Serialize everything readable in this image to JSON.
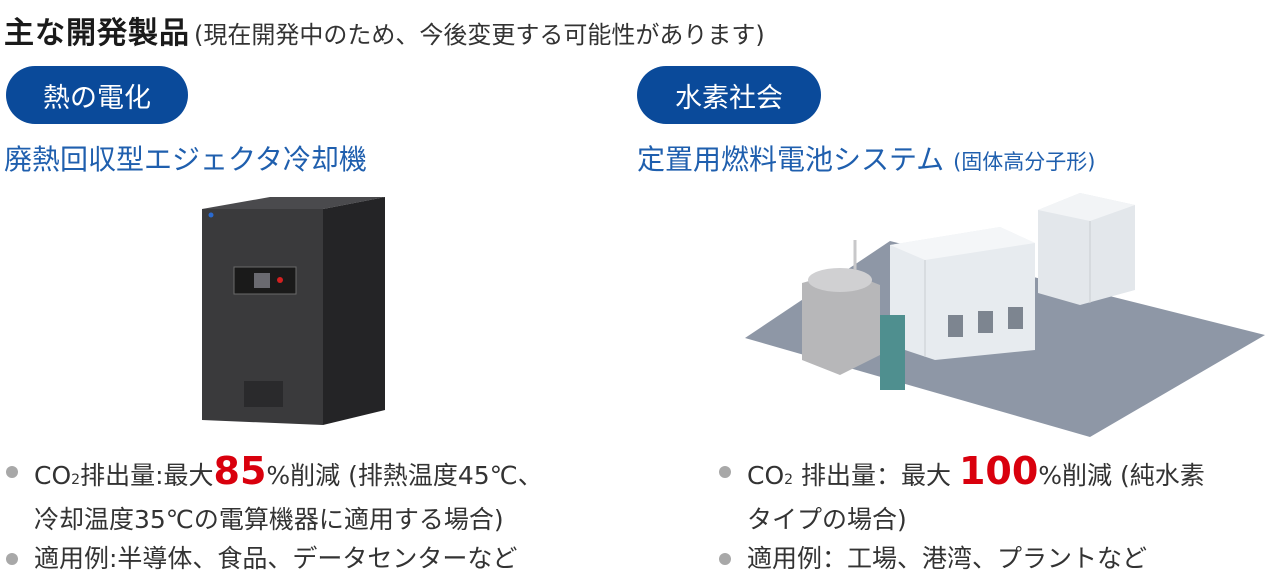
{
  "header": {
    "title": "主な開発製品",
    "subtitle": "(現在開発中のため、今後変更する可能性があります)"
  },
  "left": {
    "category": "熱の電化",
    "product": "廃熱回収型エジェクタ冷却機",
    "b1_pre": "CO",
    "b1_sub": "2",
    "b1_mid": "排出量:最大",
    "b1_value": "85",
    "b1_post": "%削減 (排熱温度45℃、",
    "b1_line2": "冷却温度35℃の電算機器に適用する場合)",
    "b2": "適用例:半導体、食品、データセンターなど"
  },
  "right": {
    "category": "水素社会",
    "product": "定置用燃料電池システム",
    "product_small": "(固体高分子形)",
    "b1_pre": "CO",
    "b1_sub": "2",
    "b1_mid": " 排出量：最大 ",
    "b1_value": "100",
    "b1_post": "%削減 (純水素",
    "b1_line2": "タイプの場合)",
    "b2": "適用例：工場、港湾、プラントなど"
  },
  "colors": {
    "pill": "#0a4a9a",
    "product_text": "#1f5fae",
    "highlight": "#d9000d"
  }
}
